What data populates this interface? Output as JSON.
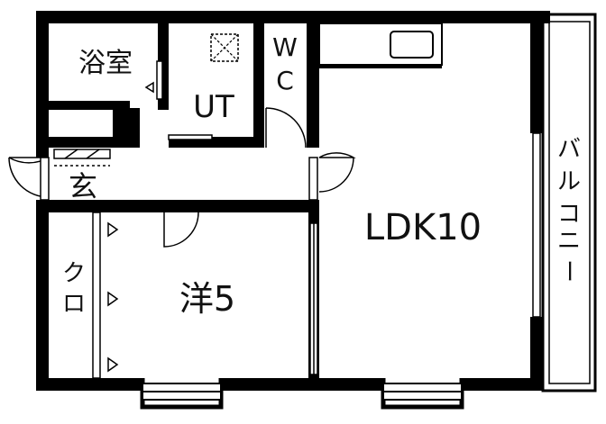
{
  "rooms": {
    "bath": "浴室",
    "utility": "UT",
    "wc_w": "W",
    "wc_c": "C",
    "entrance": "玄",
    "ldk": "LDK10",
    "western": "洋5",
    "closet_top": "ク",
    "closet_bottom": "ロ",
    "balcony": [
      "バ",
      "ル",
      "コ",
      "ニ",
      "ー"
    ]
  },
  "colors": {
    "wall": "#000000",
    "background": "#ffffff",
    "line": "#111111"
  }
}
